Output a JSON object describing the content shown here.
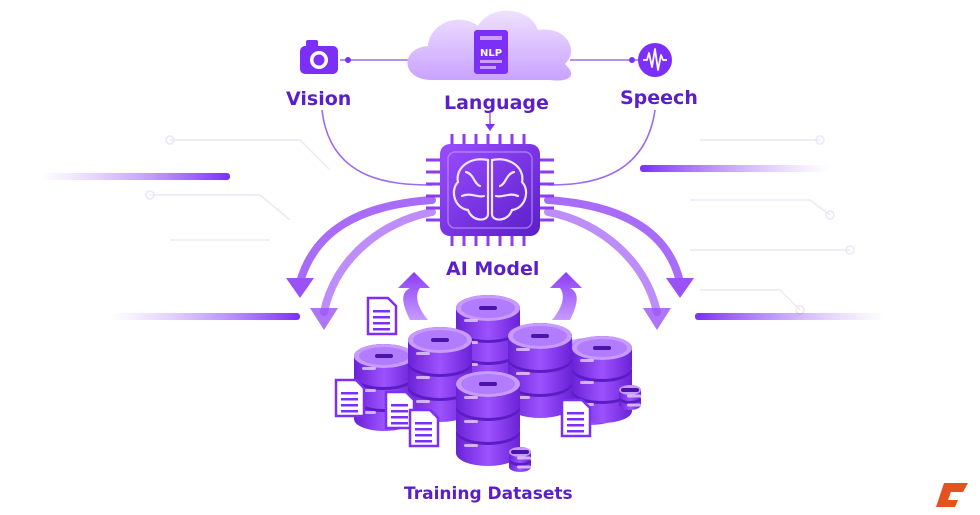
{
  "diagram": {
    "nodes": {
      "vision": "Vision",
      "language": "Language",
      "speech": "Speech",
      "model": "AI Model",
      "datasets": "Training Datasets",
      "cloud_doc": "NLP"
    },
    "icons": {
      "vision": "camera-icon",
      "language": "cloud-document-icon",
      "speech": "sound-wave-icon",
      "model": "brain-chip-icon",
      "datasets": "database-stack-icon",
      "documents": "document-icon",
      "logo": "brand-logo-icon"
    },
    "colors": {
      "primary": "#7b2ff7",
      "dark": "#5a1fc9",
      "light": "#d9b8ff",
      "logo": "#e2531d"
    }
  }
}
